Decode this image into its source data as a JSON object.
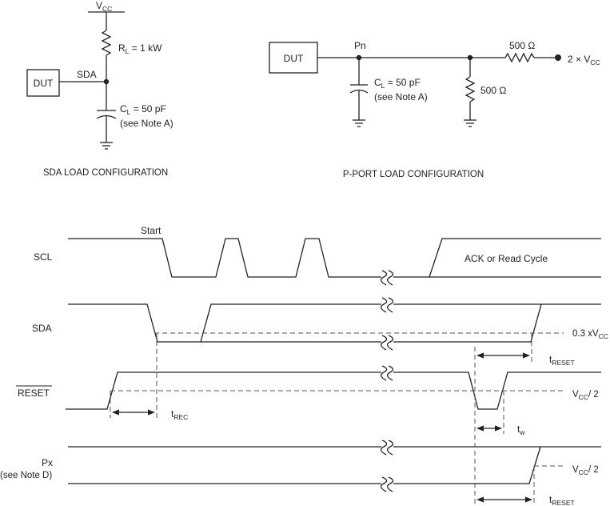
{
  "sda_circuit": {
    "vcc": "V",
    "vcc_sub": "CC",
    "rl": "R",
    "rl_sub": "L",
    "rl_value": " = 1 kW",
    "dut": "DUT",
    "node": "SDA",
    "cl": "C",
    "cl_sub": "L",
    "cl_value": " = 50 pF",
    "note": "(see Note A)",
    "caption": "SDA LOAD CONFIGURATION"
  },
  "pport_circuit": {
    "dut": "DUT",
    "node": "Pn",
    "cl": "C",
    "cl_sub": "L",
    "cl_value": " = 50 pF",
    "note": "(see Note A)",
    "r_shunt": "500 Ω",
    "r_series": "500 Ω",
    "supply": "2 × V",
    "supply_sub": "CC",
    "caption": "P-PORT LOAD CONFIGURATION"
  },
  "timing": {
    "signals": {
      "scl": "SCL",
      "sda": "SDA",
      "reset": "RESET",
      "px": "Px",
      "px_note": "(see Note D)"
    },
    "start": "Start",
    "ack": "ACK or Read Cycle",
    "thr_sda": "0.3 xV",
    "thr_sda_sub": "CC",
    "thr_reset": "V",
    "thr_reset_sub": "CC",
    "thr_reset_tail": "/ 2",
    "thr_px": "V",
    "thr_px_sub": "CC",
    "thr_px_tail": "/ 2",
    "t_reset1": "t",
    "t_reset1_sub": "RESET",
    "t_rec": "t",
    "t_rec_sub": "REC",
    "t_w": "t",
    "t_w_sub": "w",
    "t_reset2": "t",
    "t_reset2_sub": "RESET"
  }
}
